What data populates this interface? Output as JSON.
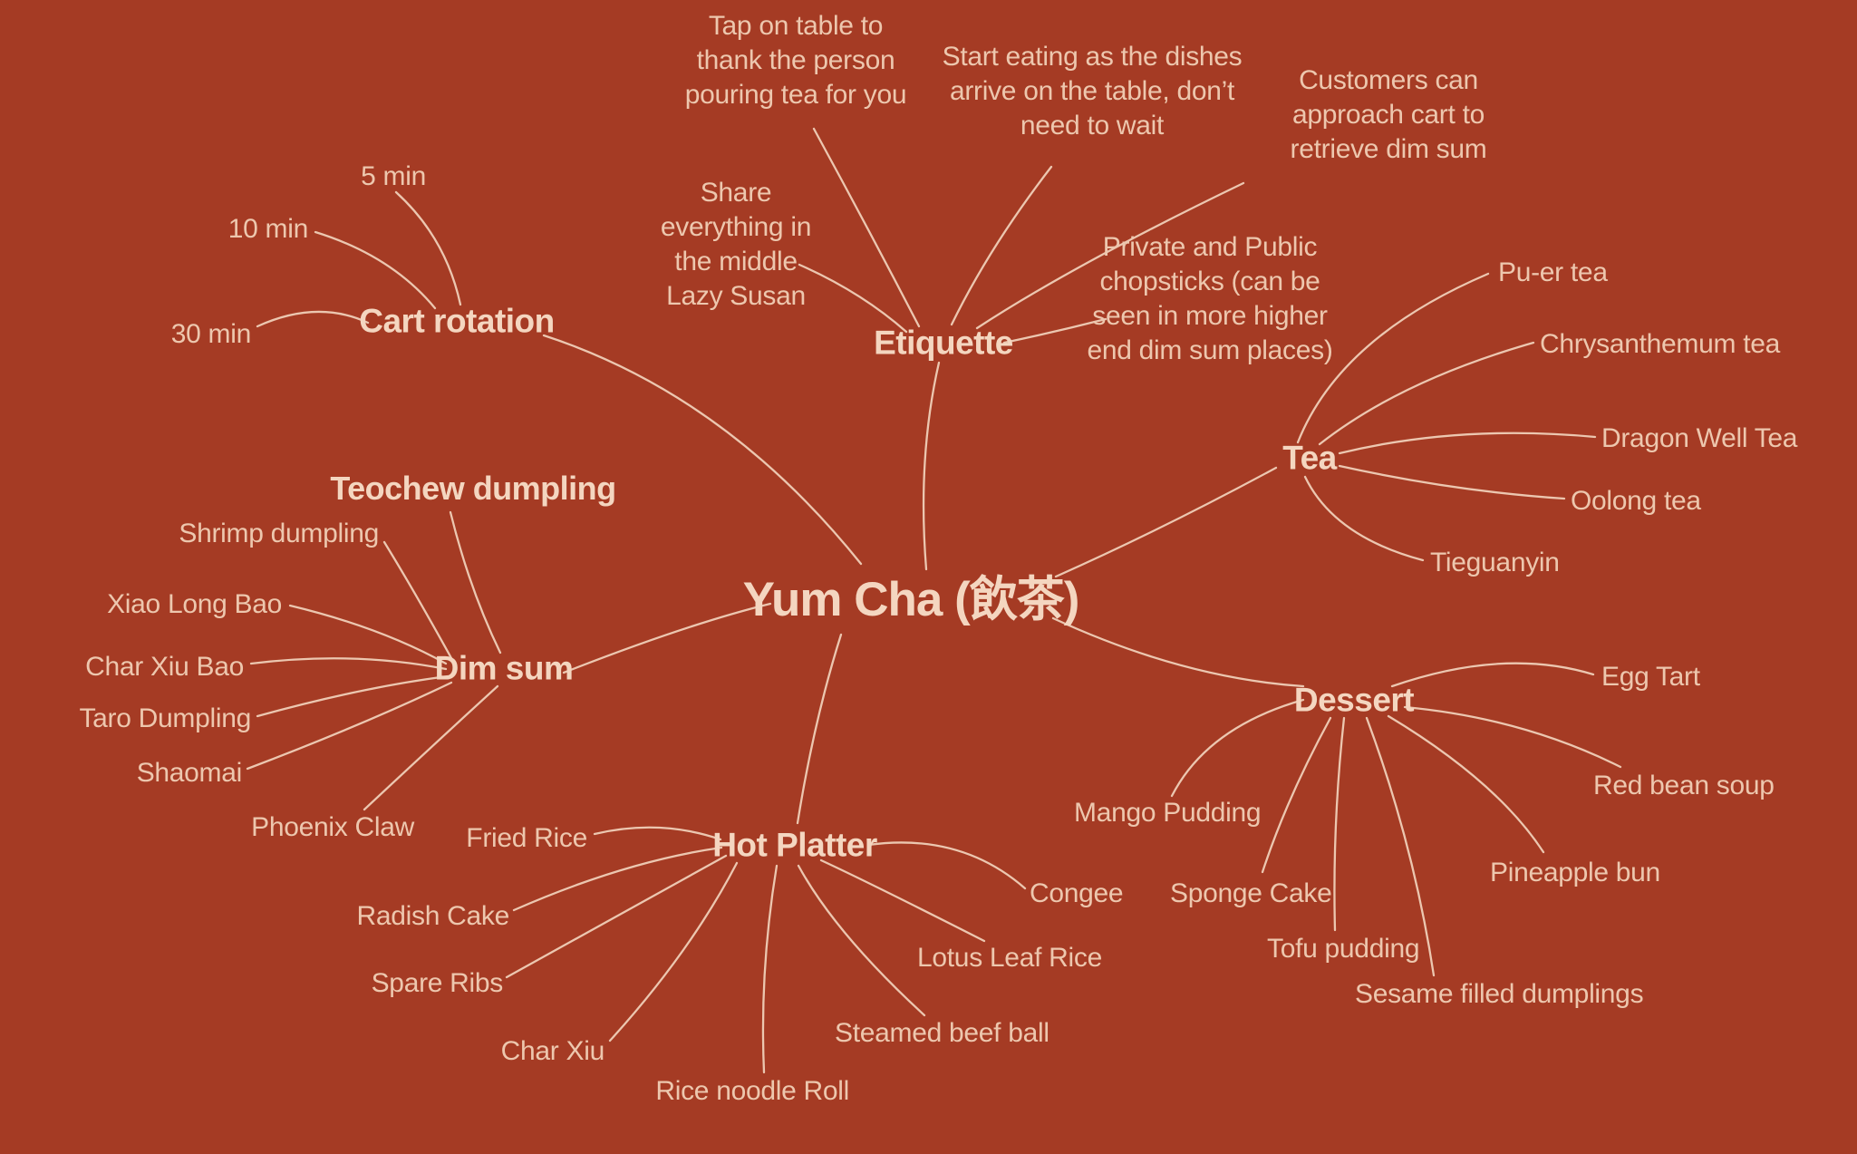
{
  "colors": {
    "background": "#A53B24",
    "connector": "#EFCFB8",
    "leaf_text": "#EDC7AE",
    "branch_text": "#F4D6C0"
  },
  "mindmap": {
    "root": {
      "label": "Yum Cha (飲茶)"
    },
    "branches": [
      {
        "label": "Cart rotation",
        "children": [
          {
            "label": "5 min"
          },
          {
            "label": "10 min"
          },
          {
            "label": "30 min"
          }
        ]
      },
      {
        "label": "Etiquette",
        "children": [
          {
            "label": "Tap on table to\nthank the person\npouring tea for you"
          },
          {
            "label": "Share\neverything in\nthe middle\nLazy Susan"
          },
          {
            "label": "Start eating as the dishes\narrive on the table, don’t\nneed to wait"
          },
          {
            "label": "Customers can\napproach cart to\nretrieve dim sum"
          },
          {
            "label": "Private and Public\nchopsticks (can be\nseen in more higher\nend dim sum places)"
          }
        ]
      },
      {
        "label": "Tea",
        "children": [
          {
            "label": "Pu-er tea"
          },
          {
            "label": "Chrysanthemum tea"
          },
          {
            "label": "Dragon Well Tea"
          },
          {
            "label": "Oolong tea"
          },
          {
            "label": "Tieguanyin"
          }
        ]
      },
      {
        "label": "Dim sum",
        "children": [
          {
            "label": "Teochew dumpling"
          },
          {
            "label": "Shrimp dumpling"
          },
          {
            "label": "Xiao Long Bao"
          },
          {
            "label": "Char Xiu Bao"
          },
          {
            "label": "Taro Dumpling"
          },
          {
            "label": "Shaomai"
          },
          {
            "label": "Phoenix Claw"
          }
        ]
      },
      {
        "label": "Hot Platter",
        "children": [
          {
            "label": "Fried Rice"
          },
          {
            "label": "Radish Cake"
          },
          {
            "label": "Spare Ribs"
          },
          {
            "label": "Char Xiu"
          },
          {
            "label": "Rice noodle Roll"
          },
          {
            "label": "Steamed beef ball"
          },
          {
            "label": "Lotus Leaf Rice"
          },
          {
            "label": "Congee"
          }
        ]
      },
      {
        "label": "Dessert",
        "children": [
          {
            "label": "Mango Pudding"
          },
          {
            "label": "Sponge Cake"
          },
          {
            "label": "Tofu pudding"
          },
          {
            "label": "Sesame filled dumplings"
          },
          {
            "label": "Pineapple bun"
          },
          {
            "label": "Red bean soup"
          },
          {
            "label": "Egg Tart"
          }
        ]
      }
    ]
  }
}
